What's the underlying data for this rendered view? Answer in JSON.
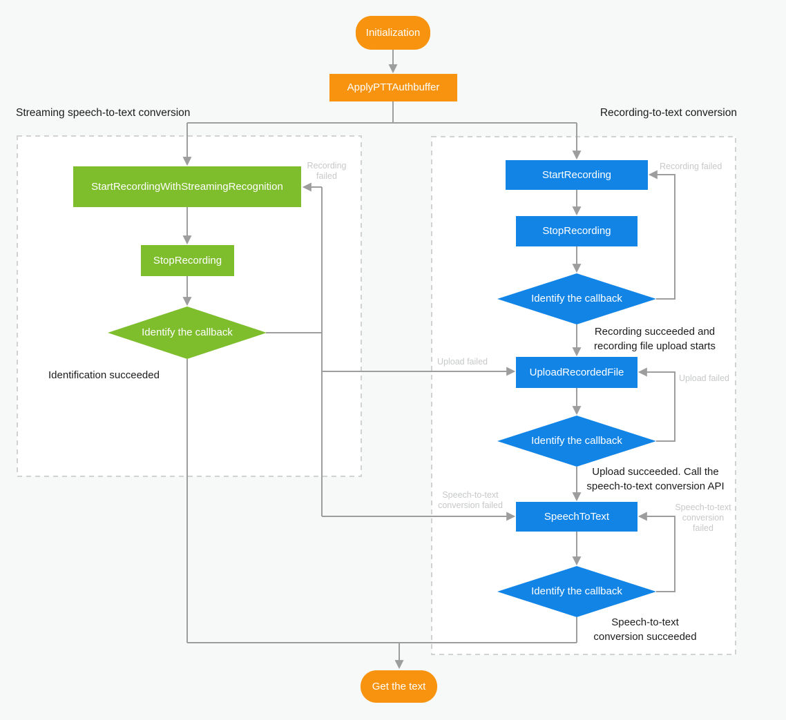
{
  "titles": {
    "left": "Streaming speech-to-text conversion",
    "right": "Recording-to-text conversion"
  },
  "nodes": {
    "initialization": "Initialization",
    "apply_ptt_authbuffer": "ApplyPTTAuthbuffer",
    "start_recording_with_streaming_recognition": "StartRecordingWithStreamingRecognition",
    "stop_recording_streaming": "StopRecording",
    "identify_callback_streaming": "Identify the callback",
    "start_recording": "StartRecording",
    "stop_recording": "StopRecording",
    "identify_callback_recording": "Identify the callback",
    "upload_recorded_file": "UploadRecordedFile",
    "identify_callback_upload": "Identify the callback",
    "speech_to_text": "SpeechToText",
    "identify_callback_conversion": "Identify the callback",
    "get_the_text": "Get the text"
  },
  "edge_labels": {
    "streaming_recording_failed": "Recording\nfailed",
    "recording_failed": "Recording failed",
    "upload_failed_from_streaming": "Upload failed",
    "upload_failed_retry": "Upload failed",
    "conversion_failed_from_streaming": "Speech-to-text\nconversion failed",
    "conversion_failed_retry": "Speech-to-text\nconversion\nfailed"
  },
  "annotations": {
    "identification_succeeded": "Identification succeeded",
    "recording_succeeded": "Recording succeeded and\nrecording file upload starts",
    "upload_succeeded": "Upload succeeded. Call the\nspeech-to-text conversion API",
    "conversion_succeeded": "Speech-to-text\nconversion succeeded"
  },
  "edges": [
    {
      "from": "Initialization",
      "to": "ApplyPTTAuthbuffer"
    },
    {
      "from": "ApplyPTTAuthbuffer",
      "to": "StartRecordingWithStreamingRecognition"
    },
    {
      "from": "ApplyPTTAuthbuffer",
      "to": "StartRecording"
    },
    {
      "from": "StartRecordingWithStreamingRecognition",
      "to": "StopRecording (streaming)"
    },
    {
      "from": "StopRecording (streaming)",
      "to": "Identify the callback (streaming)"
    },
    {
      "from": "Identify the callback (streaming)",
      "to": "StartRecordingWithStreamingRecognition",
      "label": "Recording failed"
    },
    {
      "from": "Identify the callback (streaming)",
      "to": "UploadRecordedFile",
      "label": "Upload failed"
    },
    {
      "from": "Identify the callback (streaming)",
      "to": "SpeechToText",
      "label": "Speech-to-text conversion failed"
    },
    {
      "from": "Identify the callback (streaming)",
      "to": "Get the text",
      "label": "Identification succeeded"
    },
    {
      "from": "StartRecording",
      "to": "StopRecording"
    },
    {
      "from": "StopRecording",
      "to": "Identify the callback (recording)"
    },
    {
      "from": "Identify the callback (recording)",
      "to": "StartRecording",
      "label": "Recording failed"
    },
    {
      "from": "Identify the callback (recording)",
      "to": "UploadRecordedFile",
      "label": "Recording succeeded and recording file upload starts"
    },
    {
      "from": "UploadRecordedFile",
      "to": "Identify the callback (upload)"
    },
    {
      "from": "Identify the callback (upload)",
      "to": "UploadRecordedFile",
      "label": "Upload failed"
    },
    {
      "from": "Identify the callback (upload)",
      "to": "SpeechToText",
      "label": "Upload succeeded. Call the speech-to-text conversion API"
    },
    {
      "from": "SpeechToText",
      "to": "Identify the callback (conversion)"
    },
    {
      "from": "Identify the callback (conversion)",
      "to": "SpeechToText",
      "label": "Speech-to-text conversion failed"
    },
    {
      "from": "Identify the callback (conversion)",
      "to": "Get the text",
      "label": "Speech-to-text conversion succeeded"
    }
  ],
  "colors": {
    "orange": "#F7930E",
    "green": "#7EBE2D",
    "blue": "#1184E6",
    "connector": "#9D9D9D",
    "muted_label": "#C7C8C9",
    "text": "#1B1B1B",
    "panel_border": "#D2D2D2",
    "panel_fill": "#FFFFFF",
    "background": "#F7F8F8"
  }
}
